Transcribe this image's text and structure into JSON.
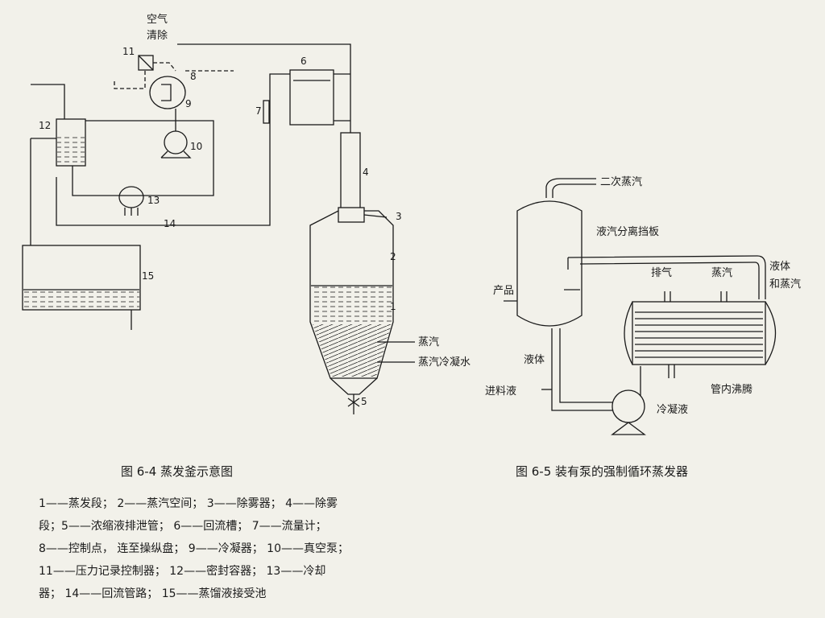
{
  "fig4": {
    "labels": {
      "air_removal": "空气\n清除",
      "n1": "1",
      "n2": "2",
      "n3": "3",
      "n4": "4",
      "n5": "5",
      "n6": "6",
      "n7": "7",
      "n8": "8",
      "n9": "9",
      "n10": "10",
      "n11": "11",
      "n12": "12",
      "n13": "13",
      "n14": "14",
      "n15": "15",
      "steam": "蒸汽",
      "steam_condensate": "蒸汽冷凝水"
    },
    "caption": "图 6-4   蒸发釜示意图",
    "legend_lines": [
      "1——蒸发段；   2——蒸汽空间；   3——除雾器；   4——除雾",
      "段；5——浓缩液排泄管；   6——回流槽；   7——流量计；",
      "8——控制点， 连至操纵盘；   9——冷凝器；   10——真空泵；",
      "11——压力记录控制器；   12——密封容器；   13——冷却",
      "器；   14——回流管路；   15——蒸馏液接受池"
    ]
  },
  "fig5": {
    "labels": {
      "secondary_steam": "二次蒸汽",
      "separator_baffle": "液汽分离挡板",
      "product": "产品",
      "vent": "排气",
      "steam": "蒸汽",
      "liquid_and_steam": "液体\n和蒸汽",
      "liquid": "液体",
      "feed": "进料液",
      "condensate": "冷凝液",
      "tube_boiling": "管内沸腾"
    },
    "caption": "图 6-5   装有泵的强制循环蒸发器"
  }
}
